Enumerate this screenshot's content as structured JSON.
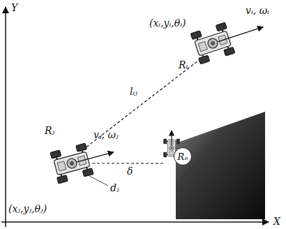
{
  "diagram": {
    "nodes": [
      {
        "text": [
          "Rₒ"
        ]
      }
    ],
    "labels": [
      "Y",
      "(xᵢ,yᵢ,θᵢ)",
      "vᵢ, ωᵢ",
      "Rᵢ",
      "lᵢⱼ",
      "vⱼ, ωⱼ",
      "Rⱼ",
      "δ",
      "dⱼ",
      "(xⱼ,yⱼ,θⱼ)",
      "X"
    ]
  }
}
